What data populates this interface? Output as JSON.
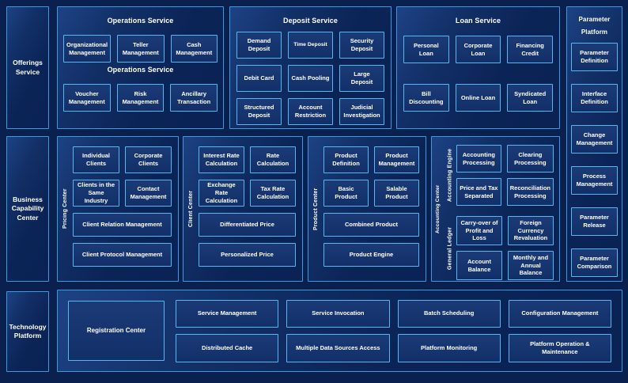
{
  "colors": {
    "background": "#0a2150",
    "panel_border": "#3d9ae0",
    "box_border": "#58b6f2",
    "panel_fill": "#0b2457",
    "box_fill": "#122f68",
    "text": "#ffffff"
  },
  "left_rail": {
    "offerings": "Offerings Service",
    "business": "Business Capability Center",
    "technology": "Technology Platform"
  },
  "operations_service": {
    "title": "Operations Service",
    "subtitle": "Operations Service",
    "row1": [
      "Organizational Management",
      "Teller Management",
      "Cash Management"
    ],
    "row2": [
      "Voucher Management",
      "Risk Management",
      "Ancillary Transaction"
    ]
  },
  "deposit_service": {
    "title": "Deposit Service",
    "items": [
      "Demand Deposit",
      "Time Deposit",
      "Security Deposit",
      "Debit Card",
      "Cash Pooling",
      "Large Deposit",
      "Structured Deposit",
      "Account Restriction",
      "Judicial Investigation"
    ]
  },
  "loan_service": {
    "title": "Loan Service",
    "items": [
      "Personal Loan",
      "Corporate Loan",
      "Financing Credit",
      "Bill Discounting",
      "Online Loan",
      "Syndicated Loan"
    ]
  },
  "parameter_platform": {
    "title": "Parameter Platform",
    "items": [
      "Parameter Definition",
      "Interface Definition",
      "Change Management",
      "Process Management",
      "Parameter Release",
      "Parameter Comparison"
    ]
  },
  "pricing_center": {
    "label": "Pricing Center",
    "row1": [
      "Individual Clients",
      "Corporate Clients"
    ],
    "row2": [
      "Clients in the Same Industry",
      "Contact Management"
    ],
    "wide1": "Client Relation Management",
    "wide2": "Client Protocol Management"
  },
  "client_center": {
    "label": "Client Center",
    "row1": [
      "Interest Rate Calculation",
      "Rate Calculation"
    ],
    "row2": [
      "Exchange Rate Calculation",
      "Tax Rate Calculation"
    ],
    "wide1": "Differentiated Price",
    "wide2": "Personalized Price"
  },
  "product_center": {
    "label": "Product Center",
    "row1": [
      "Product Definition",
      "Product Management"
    ],
    "row2": [
      "Basic Product",
      "Salable Product"
    ],
    "wide1": "Combined Product",
    "wide2": "Product Engine"
  },
  "accounting_center": {
    "label": "Accounting Center",
    "engine": {
      "label": "Accounting Engine",
      "items": [
        "Accounting Processing",
        "Clearing Processing",
        "Price and Tax Separated",
        "Reconciliation Processing"
      ]
    },
    "ledger": {
      "label": "General Ledger",
      "items": [
        "Carry-over of Profit and Loss",
        "Foreign Currency Revaluation",
        "Account Balance",
        "Monthly and Annual Balance"
      ]
    }
  },
  "technology_platform": {
    "registration": "Registration Center",
    "items": [
      "Service Management",
      "Service Invocation",
      "Batch Scheduling",
      "Configuration Management",
      "Distributed Cache",
      "Multiple Data Sources Access",
      "Platform Monitoring",
      "Platform Operation & Maintenance"
    ]
  }
}
